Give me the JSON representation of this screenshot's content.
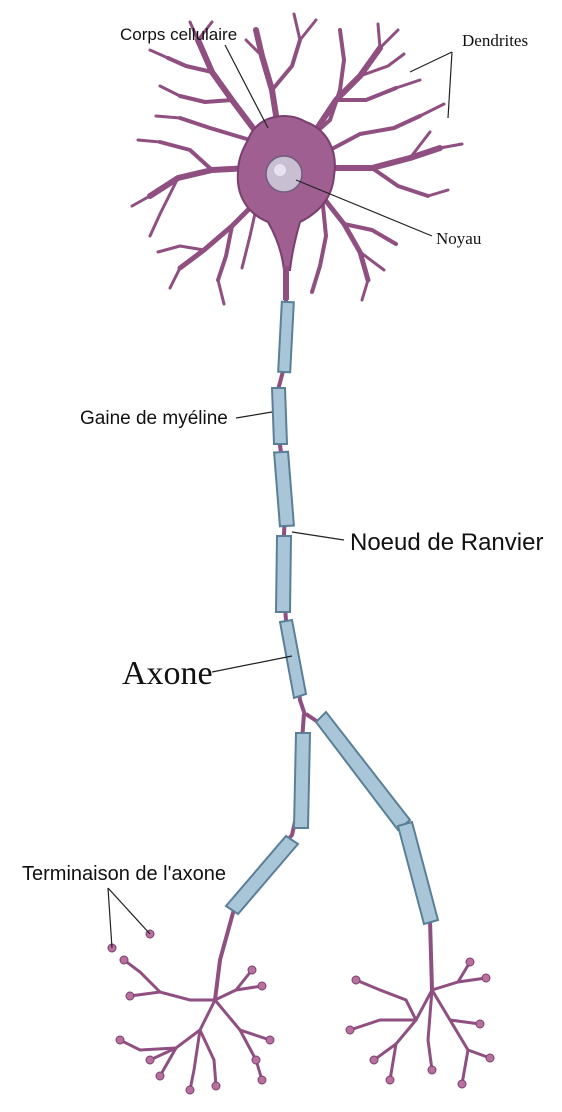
{
  "diagram": {
    "labels": {
      "cell_body": "Corps cellulaire",
      "dendrites": "Dendrites",
      "nucleus": "Noyau",
      "myelin_sheath": "Gaine de myéline",
      "node_of_ranvier": "Noeud de Ranvier",
      "axon": "Axone",
      "axon_terminal": "Terminaison de l'axone"
    },
    "colors": {
      "neuron": "#9b5a8c",
      "neuron_dark": "#7a3f6e",
      "myelin": "#a9c6d8",
      "myelin_edge": "#5b7f98",
      "nucleus": "#c9bfd2",
      "line": "#222222"
    }
  }
}
